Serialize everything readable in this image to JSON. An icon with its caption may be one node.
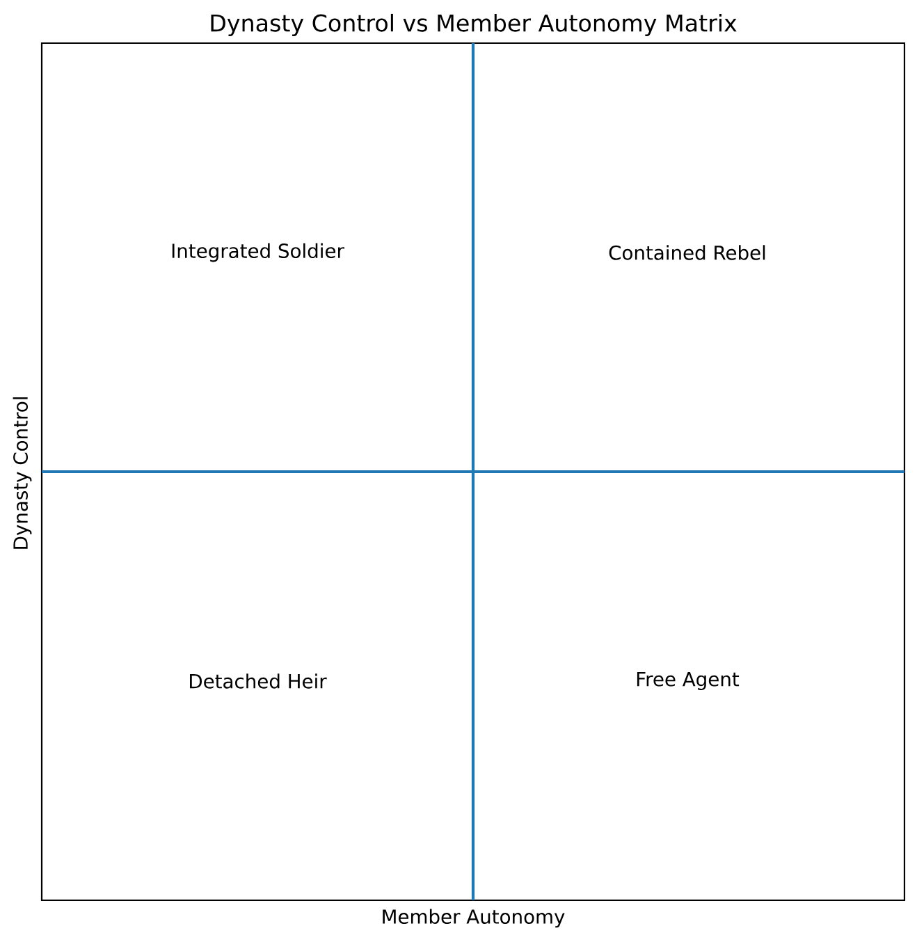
{
  "diagram": {
    "title": "Dynasty Control vs Member Autonomy Matrix",
    "labels": [
      "Integrated Soldier",
      "Contained Rebel",
      "Dynasty Control",
      "Detached Heir",
      "Free Agent",
      "Member Autonomy"
    ]
  }
}
